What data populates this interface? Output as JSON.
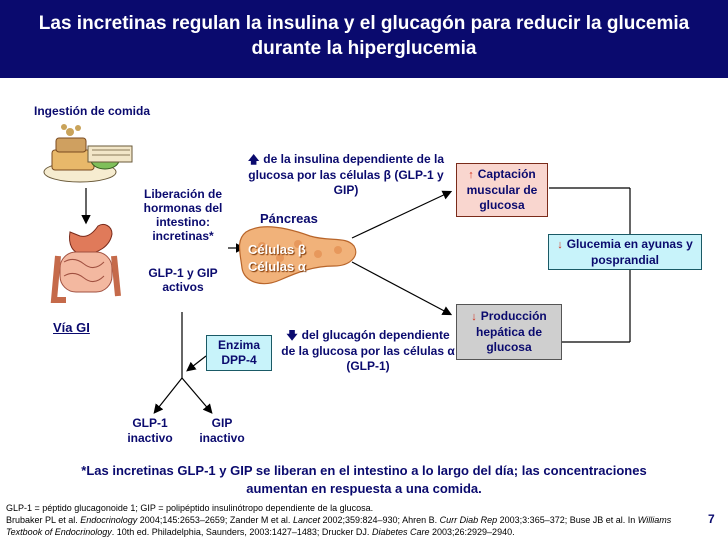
{
  "title": "Las incretinas regulan la insulina y el glucagón para reducir la glucemia durante la hiperglucemia",
  "labels": {
    "ingestion": "Ingestión de comida",
    "via_gi": "Vía GI",
    "liberacion": "Liberación de hormonas del intestino: incretinas*",
    "glp_gip_activos": "GLP-1 y GIP activos",
    "enzima": "Enzima DPP-4",
    "glp1_inactivo": "GLP-1 inactivo",
    "gip_inactivo": "GIP inactivo",
    "pancreas": "Páncreas",
    "celulas_beta": "Células β",
    "celulas_alfa": "Células α",
    "insulina": "de la insulina dependiente de la glucosa por las células β (GLP-1 y GIP)",
    "glucagon": "del glucagón dependiente de la glucosa por las células α (GLP-1)",
    "captacion": "Captación muscular de glucosa",
    "produccion": "Producción hepática de glucosa",
    "glucemia": "Glucemia en ayunas y posprandial"
  },
  "footnote": "*Las incretinas GLP-1 y GIP se liberan en el intestino a lo largo del día; las concentraciones aumentan en respuesta a una comida.",
  "references": {
    "abbrev": "GLP-1 = péptido glucagonoide 1; GIP = polipéptido insulinótropo dependiente de la glucosa.",
    "r1": "Brubaker PL et al.",
    "r1_journal": "Endocrinology",
    "r1_rest": "2004;145:2653–2659; Zander M et al.",
    "r2_journal": "Lancet",
    "r2_rest": "2002;359:824–930; Ahren B.",
    "r3_journal": "Curr Diab Rep",
    "r3_rest": "2003;3:365–372; Buse JB et al. In",
    "r4_book": "Williams Textbook of Endocrinology",
    "r4_rest": ". 10th ed. Philadelphia, Saunders, 2003:1427–1483; Drucker DJ.",
    "r5_journal": "Diabetes Care",
    "r5_rest": "2003;26:2929–2940."
  },
  "page_number": "7",
  "colors": {
    "navy": "#0a0a6e",
    "pink_box": "#f9d6cf",
    "cyan_box": "#c8f3fa",
    "gray_box": "#cfcfcf",
    "red_arrow": "#d2301d"
  },
  "icons": {
    "up_arrow": "↑",
    "down_arrow": "↓",
    "bold_up_arrow": "🡅",
    "bold_down_arrow": "🡇"
  }
}
